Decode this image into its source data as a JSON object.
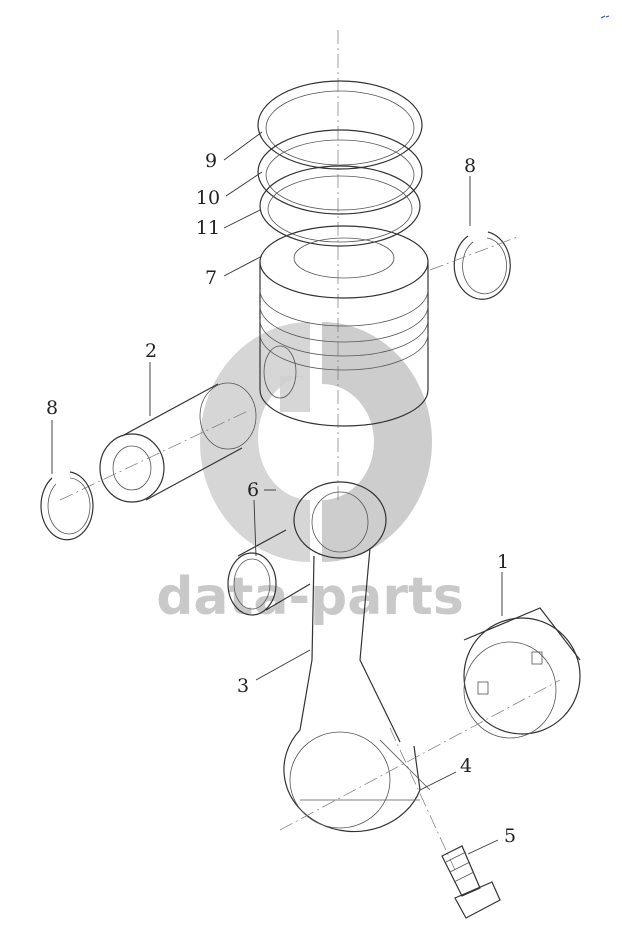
{
  "diagram": {
    "callouts": [
      {
        "id": "c1",
        "label": "1"
      },
      {
        "id": "c2",
        "label": "2"
      },
      {
        "id": "c3",
        "label": "3"
      },
      {
        "id": "c4",
        "label": "4"
      },
      {
        "id": "c5",
        "label": "5"
      },
      {
        "id": "c6",
        "label": "6"
      },
      {
        "id": "c7",
        "label": "7"
      },
      {
        "id": "c8a",
        "label": "8"
      },
      {
        "id": "c8b",
        "label": "8"
      },
      {
        "id": "c9",
        "label": "9"
      },
      {
        "id": "c10",
        "label": "10"
      },
      {
        "id": "c11",
        "label": "11"
      }
    ]
  },
  "watermark": {
    "text": "data-parts",
    "color": "#c9c9c9"
  }
}
